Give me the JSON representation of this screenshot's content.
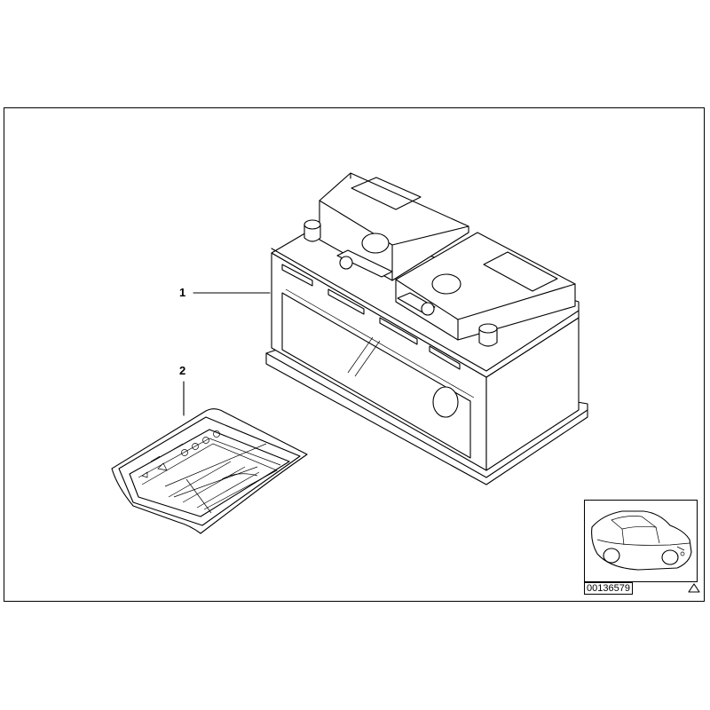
{
  "diagram": {
    "callouts": [
      {
        "label": "1",
        "part": "battery"
      },
      {
        "label": "2",
        "part": "document-pouch"
      }
    ],
    "inset": {
      "part_number": "00136579",
      "vehicle": "coupe-car-outline"
    },
    "icons": [
      "warning-triangle-icon"
    ]
  }
}
